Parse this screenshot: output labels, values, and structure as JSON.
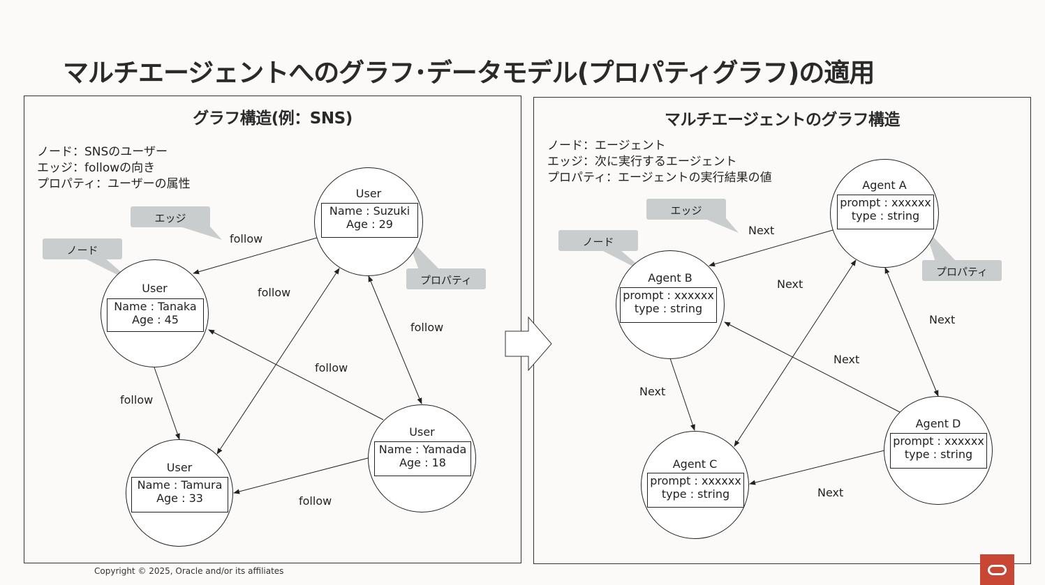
{
  "title": "マルチエージェントへのグラフ･データモデル(プロパティグラフ)の適用",
  "left_panel": {
    "title": "グラフ構造(例：SNS)",
    "legend": [
      "ノード：SNSのユーザー",
      "エッジ：followの向き",
      "プロパティ：ユーザーの属性"
    ],
    "callouts": {
      "edge": "エッジ",
      "node": "ノード",
      "property": "プロパティ"
    },
    "nodes": {
      "suzuki": {
        "label": "User",
        "line1": "Name : Suzuki",
        "line2": "Age : 29"
      },
      "tanaka": {
        "label": "User",
        "line1": "Name : Tanaka",
        "line2": "Age : 45"
      },
      "tamura": {
        "label": "User",
        "line1": "Name : Tamura",
        "line2": "Age : 33"
      },
      "yamada": {
        "label": "User",
        "line1": "Name : Yamada",
        "line2": "Age : 18"
      }
    },
    "edge_label": "follow"
  },
  "right_panel": {
    "title": "マルチエージェントのグラフ構造",
    "legend": [
      "ノード：エージェント",
      "エッジ：次に実行するエージェント",
      "プロパティ：エージェントの実行結果の値"
    ],
    "callouts": {
      "edge": "エッジ",
      "node": "ノード",
      "property": "プロパティ"
    },
    "nodes": {
      "a": {
        "label": "Agent A",
        "line1": "prompt : xxxxxx",
        "line2": "type : string"
      },
      "b": {
        "label": "Agent B",
        "line1": "prompt : xxxxxx",
        "line2": "type : string"
      },
      "c": {
        "label": "Agent C",
        "line1": "prompt : xxxxxx",
        "line2": "type : string"
      },
      "d": {
        "label": "Agent D",
        "line1": "prompt : xxxxxx",
        "line2": "type : string"
      }
    },
    "edge_label": "Next"
  },
  "footer": {
    "copyright": "Copyright © 2025, Oracle and/or its affiliates"
  },
  "colors": {
    "callout": "#c9cdcd",
    "logo": "#c74634",
    "background": "#fbfaf8"
  },
  "icons": {
    "logo": "oracle-logo-icon",
    "arrow": "right-arrow-icon"
  }
}
